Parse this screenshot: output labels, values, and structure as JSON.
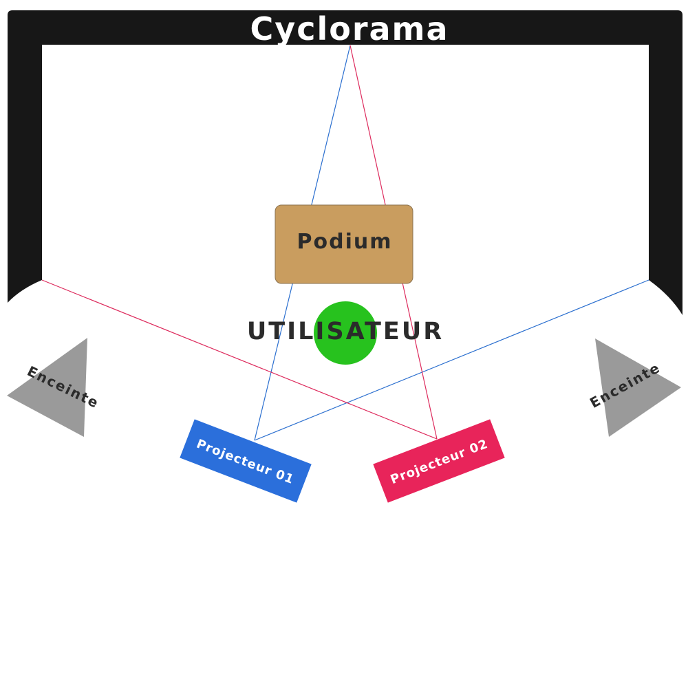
{
  "cyclorama": {
    "label": "Cyclorama",
    "color": "#171717",
    "label_color": "#ffffff"
  },
  "podium": {
    "label": "Podium",
    "color": "#c99d5f",
    "label_color": "#2b2b2b"
  },
  "user": {
    "label": "UTILISATEUR",
    "color": "#27c21e",
    "label_color": "#2b2b2b"
  },
  "speakers": {
    "left_label": "Enceinte",
    "right_label": "Enceinte",
    "color": "#9a9a9a",
    "label_color": "#2b2b2b"
  },
  "projectors": {
    "p1_label": "Projecteur 01",
    "p1_color": "#2b6fdb",
    "p2_label": "Projecteur 02",
    "p2_color": "#e8245a",
    "label_color": "#ffffff"
  },
  "beams": {
    "p1_color": "#2b6fcf",
    "p2_color": "#dd2b5d"
  }
}
